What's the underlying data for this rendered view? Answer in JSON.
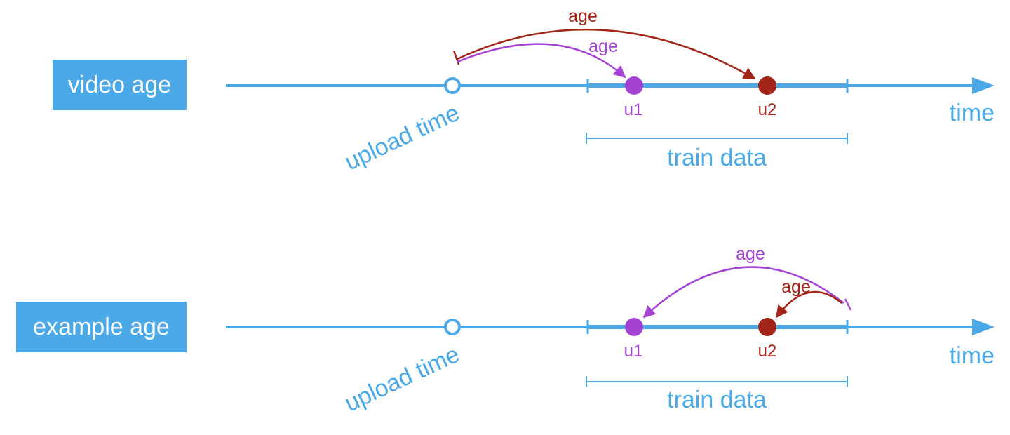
{
  "colors": {
    "timeline": "#4aa9e6",
    "u1": "#a442d4",
    "u2": "#a32517",
    "background": "#ffffff",
    "label_text": "#ffffff"
  },
  "rows": [
    {
      "id": "video",
      "label": "video age",
      "upload_label": "upload time",
      "time_label": "time",
      "train_label": "train data",
      "u1_label": "u1",
      "u2_label": "u2",
      "age_u1_label": "age",
      "age_u2_label": "age",
      "age_direction": "from upload time to each sample"
    },
    {
      "id": "example",
      "label": "example age",
      "upload_label": "upload time",
      "time_label": "time",
      "train_label": "train data",
      "u1_label": "u1",
      "u2_label": "u2",
      "age_u1_label": "age",
      "age_u2_label": "age",
      "age_direction": "from end of train data back to each sample"
    }
  ]
}
